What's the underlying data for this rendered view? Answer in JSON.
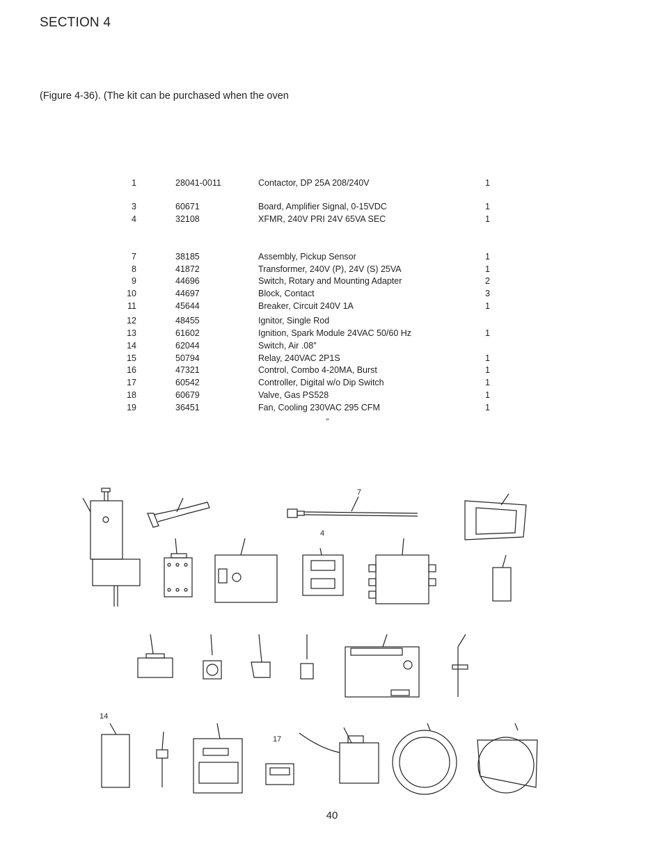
{
  "header": {
    "section": "SECTION 4"
  },
  "intro_text": "(Figure 4-36). (The kit can be purchased when the oven",
  "parts_list": [
    {
      "item": "1",
      "part_no": "28041-0011",
      "description": "Contactor, DP 25A 208/240V",
      "qty": "1"
    },
    {
      "item": "3",
      "part_no": "60671",
      "description": "Board, Amplifier Signal, 0-15VDC",
      "qty": "1"
    },
    {
      "item": "4",
      "part_no": "32108",
      "description": "XFMR, 240V PRI 24V 65VA SEC",
      "qty": "1"
    },
    {
      "item": "7",
      "part_no": "38185",
      "description": "Assembly, Pickup Sensor",
      "qty": "1"
    },
    {
      "item": "8",
      "part_no": "41872",
      "description": "Transformer, 240V (P), 24V (S) 25VA",
      "qty": "1"
    },
    {
      "item": "9",
      "part_no": "44696",
      "description": "Switch, Rotary and Mounting Adapter",
      "qty": "2"
    },
    {
      "item": "10",
      "part_no": "44697",
      "description": "Block, Contact",
      "qty": "3"
    },
    {
      "item": "11",
      "part_no": "45644",
      "description": "Breaker, Circuit 240V 1A",
      "qty": "1"
    },
    {
      "item": "12",
      "part_no": "48455",
      "description": "Ignitor, Single Rod",
      "qty": ""
    },
    {
      "item": "13",
      "part_no": "61602",
      "description": "Ignition, Spark Module 24VAC 50/60 Hz",
      "qty": "1"
    },
    {
      "item": "14",
      "part_no": "62044",
      "description": "Switch, Air .08″",
      "qty": ""
    },
    {
      "item": "15",
      "part_no": "50794",
      "description": "Relay, 240VAC 2P1S",
      "qty": "1"
    },
    {
      "item": "16",
      "part_no": "47321",
      "description": "Control, Combo 4-20MA, Burst",
      "qty": "1"
    },
    {
      "item": "17",
      "part_no": "60542",
      "description": "Controller, Digital w/o Dip Switch",
      "qty": "1"
    },
    {
      "item": "18",
      "part_no": "60679",
      "description": "Valve, Gas PS528",
      "qty": "1"
    },
    {
      "item": "19",
      "part_no": "36451",
      "description": "Fan, Cooling 230VAC 295 CFM",
      "qty": "1"
    }
  ],
  "stray_mark": "″",
  "figure_callouts": {
    "pickup_sensor": "7",
    "transformer_xfmr": "4",
    "air_switch": "14",
    "digital_controller": "17"
  },
  "page_number": "40"
}
